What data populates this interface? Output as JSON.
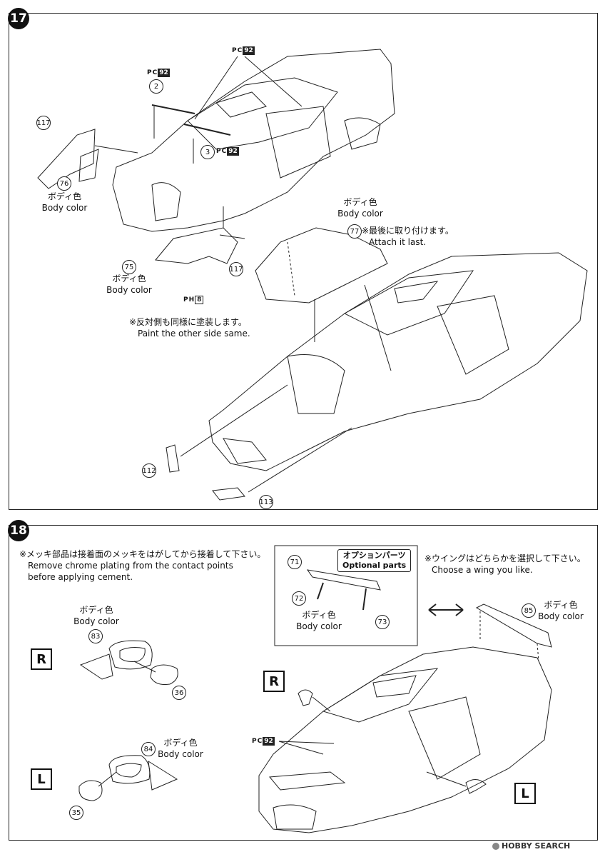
{
  "step17": {
    "number": "17",
    "parts": {
      "p2": "2",
      "p3": "3",
      "p76": "76",
      "p117a": "117",
      "p117b": "117",
      "p75": "75",
      "p77": "77",
      "p112": "112",
      "p113": "113"
    },
    "paint_prefix": "P",
    "paint_sub_c": "C",
    "paint_sub_h": "H",
    "paint_92": "92",
    "paint_8": "8",
    "body_color_jp": "ボディ色",
    "body_color_en": "Body color",
    "attach_last_jp": "※最後に取り付けます。",
    "attach_last_en": "Attach it last.",
    "other_side_jp": "※反対側も同様に塗装します。",
    "other_side_en": "Paint the other side same."
  },
  "step18": {
    "number": "18",
    "chrome_note_jp": "※メッキ部品は接着面のメッキをはがしてから接着して下さい。",
    "chrome_note_en1": "Remove chrome plating from the contact points",
    "chrome_note_en2": "before applying cement.",
    "option_jp": "オプションパーツ",
    "option_en": "Optional parts",
    "wing_note_jp": "※ウイングはどちらかを選択して下さい。",
    "wing_note_en": "Choose a wing you like.",
    "body_color_jp": "ボディ色",
    "body_color_en": "Body color",
    "parts": {
      "p71": "71",
      "p72": "72",
      "p73": "73",
      "p85": "85",
      "p83": "83",
      "p36": "36",
      "p84": "84",
      "p35": "35"
    },
    "paint_92": "92",
    "label_r": "R",
    "label_l": "L"
  },
  "watermark": "HOBBY SEARCH"
}
